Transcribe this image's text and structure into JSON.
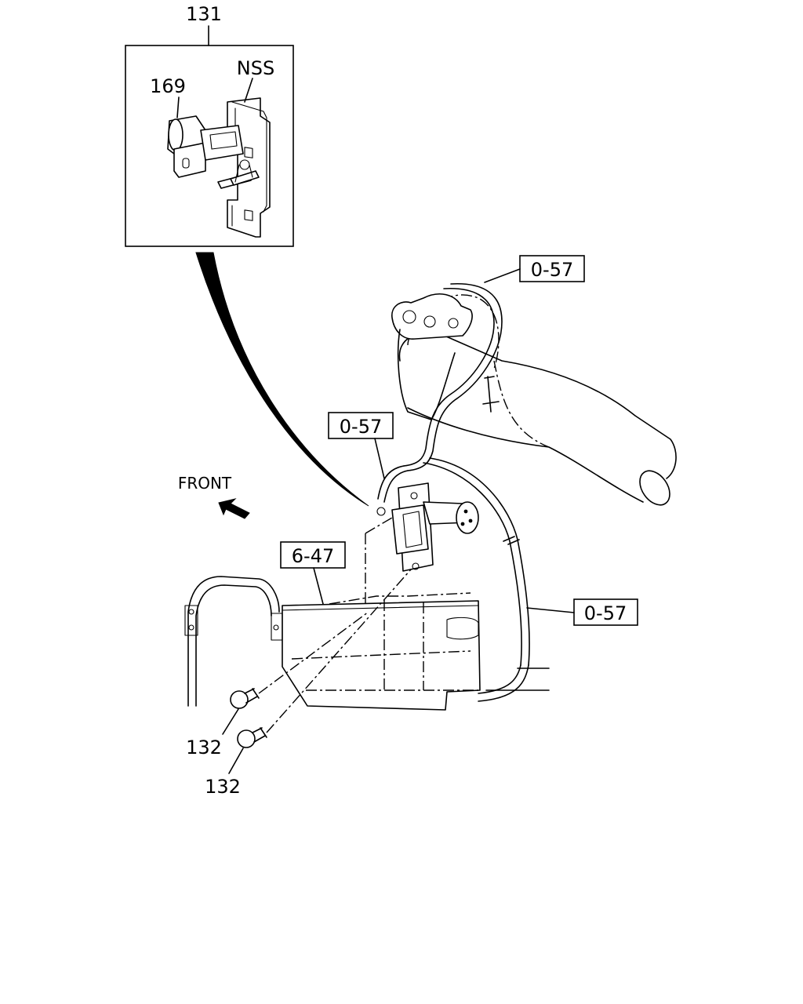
{
  "labels": {
    "inset_ref": "131",
    "solenoid_part": "169",
    "nss": "NSS",
    "ref_hose_top": "0-57",
    "ref_hose_mid": "0-57",
    "ref_hose_right": "0-57",
    "ref_bracket": "6-47",
    "bolt_upper": "132",
    "bolt_lower": "132",
    "front": "FRONT"
  },
  "icons": {
    "front_arrow": "arrow-up-left-icon"
  }
}
